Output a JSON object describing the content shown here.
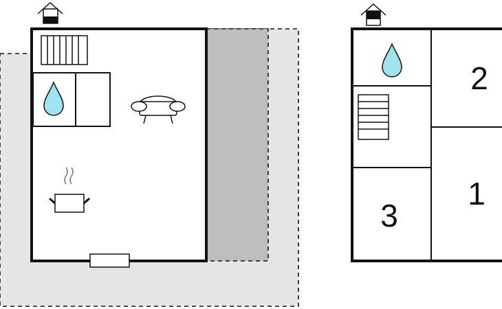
{
  "floors": [
    {
      "level": "ground",
      "icon": "house-icon",
      "rooms": []
    },
    {
      "level": "upper",
      "icon": "house-icon",
      "rooms": [
        "2",
        "1",
        "3"
      ]
    }
  ],
  "colors": {
    "outline": "#111111",
    "terrace_light": "#e6e6e6",
    "terrace_dark": "#bdbdbd",
    "water": "#9fe3ee",
    "icon_stroke": "#333333"
  },
  "icons": [
    "house-icon",
    "radiator-icon",
    "water-drop-icon",
    "sofa-icon",
    "cooking-pot-icon",
    "staircase-icon",
    "window-icon"
  ]
}
